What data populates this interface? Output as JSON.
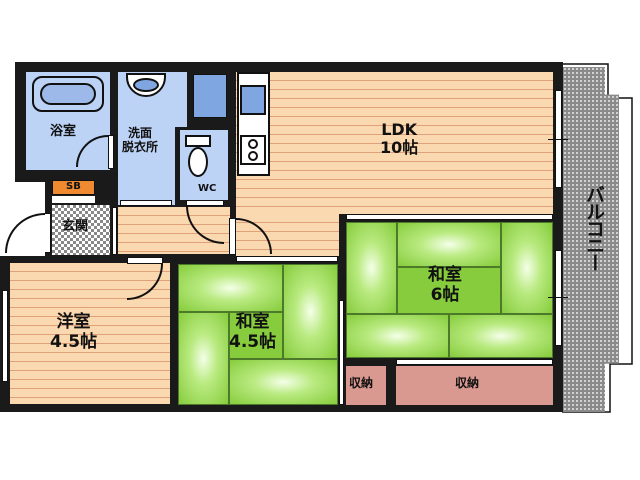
{
  "floorplan": {
    "rooms": {
      "bath": {
        "label": "浴室"
      },
      "washroom": {
        "label_line1": "洗面",
        "label_line2": "脱衣所"
      },
      "wc": {
        "label": "WC"
      },
      "shoe_box": {
        "label": "SB"
      },
      "entrance": {
        "label": "玄関"
      },
      "ldk": {
        "label_line1": "LDK",
        "label_line2": "10帖"
      },
      "western_room": {
        "label_line1": "洋室",
        "label_line2": "4.5帖"
      },
      "japanese_room_small": {
        "label_line1": "和室",
        "label_line2": "4.5帖"
      },
      "japanese_room_large": {
        "label_line1": "和室",
        "label_line2": "6帖"
      },
      "storage_small": {
        "label": "収納"
      },
      "storage_large": {
        "label": "収納"
      },
      "balcony": {
        "label": "バルコニー"
      }
    },
    "colors": {
      "wall": "#1a1a1a",
      "wood_floor": "#fbd9b0",
      "wood_line": "#e0a07a",
      "wet_area": "#bcd3f6",
      "tatami": "#86cc3c",
      "storage": "#d99890",
      "balcony": "#8a8a8a",
      "shoe_box": "#f08a30"
    }
  }
}
